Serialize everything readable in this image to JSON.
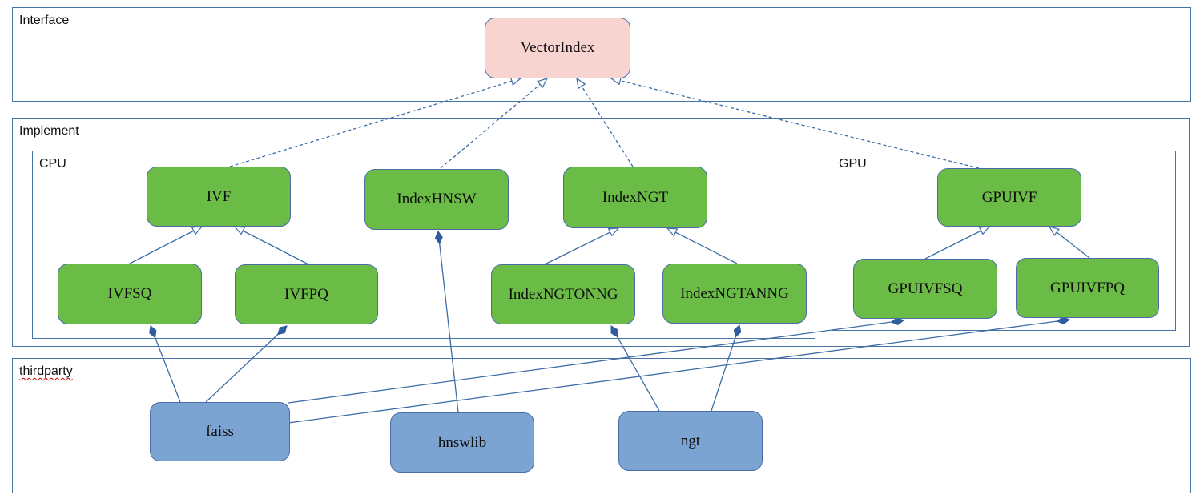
{
  "sections": {
    "interface": {
      "label": "Interface"
    },
    "implement": {
      "label": "Implement"
    },
    "cpu": {
      "label": "CPU"
    },
    "gpu": {
      "label": "GPU"
    },
    "thirdparty": {
      "label": "thirdparty"
    }
  },
  "nodes": {
    "vectorindex": {
      "label": "VectorIndex",
      "type": "interface"
    },
    "ivf": {
      "label": "IVF",
      "type": "class"
    },
    "indexhnsw": {
      "label": "IndexHNSW",
      "type": "class"
    },
    "indexngt": {
      "label": "IndexNGT",
      "type": "class"
    },
    "gpuivf": {
      "label": "GPUIVF",
      "type": "class"
    },
    "ivfsq": {
      "label": "IVFSQ",
      "type": "class"
    },
    "ivfpq": {
      "label": "IVFPQ",
      "type": "class"
    },
    "indexngtonng": {
      "label": "IndexNGTONNG",
      "type": "class"
    },
    "indexngtanng": {
      "label": "IndexNGTANNG",
      "type": "class"
    },
    "gpuivfsq": {
      "label": "GPUIVFSQ",
      "type": "class"
    },
    "gpuivfpq": {
      "label": "GPUIVFPQ",
      "type": "class"
    },
    "faiss": {
      "label": "faiss",
      "type": "thirdparty-library"
    },
    "hnswlib": {
      "label": "hnswlib",
      "type": "thirdparty-library"
    },
    "ngt": {
      "label": "ngt",
      "type": "thirdparty-library"
    }
  },
  "relations": [
    {
      "from": "IVF",
      "to": "VectorIndex",
      "type": "realization"
    },
    {
      "from": "IndexHNSW",
      "to": "VectorIndex",
      "type": "realization"
    },
    {
      "from": "IndexNGT",
      "to": "VectorIndex",
      "type": "realization"
    },
    {
      "from": "GPUIVF",
      "to": "VectorIndex",
      "type": "realization"
    },
    {
      "from": "IVFSQ",
      "to": "IVF",
      "type": "generalization"
    },
    {
      "from": "IVFPQ",
      "to": "IVF",
      "type": "generalization"
    },
    {
      "from": "IndexNGTONNG",
      "to": "IndexNGT",
      "type": "generalization"
    },
    {
      "from": "IndexNGTANNG",
      "to": "IndexNGT",
      "type": "generalization"
    },
    {
      "from": "GPUIVFSQ",
      "to": "GPUIVF",
      "type": "generalization"
    },
    {
      "from": "GPUIVFPQ",
      "to": "GPUIVF",
      "type": "generalization"
    },
    {
      "from": "faiss",
      "to": "IVFSQ",
      "type": "composition"
    },
    {
      "from": "faiss",
      "to": "IVFPQ",
      "type": "composition"
    },
    {
      "from": "faiss",
      "to": "GPUIVFSQ",
      "type": "composition"
    },
    {
      "from": "faiss",
      "to": "GPUIVFPQ",
      "type": "composition"
    },
    {
      "from": "hnswlib",
      "to": "IndexHNSW",
      "type": "composition"
    },
    {
      "from": "ngt",
      "to": "IndexNGTONNG",
      "type": "composition"
    },
    {
      "from": "ngt",
      "to": "IndexNGTANNG",
      "type": "composition"
    }
  ],
  "colors": {
    "interface_node_fill": "#f8d4d0",
    "class_node_fill": "#6bbc47",
    "thirdparty_node_fill": "#7ba4d3",
    "node_border": "#4a6da7",
    "section_border": "#4674a9",
    "edge": "#3c6da6",
    "edge_dark": "#2f5d9e",
    "misspell_underline": "#cc0000"
  }
}
